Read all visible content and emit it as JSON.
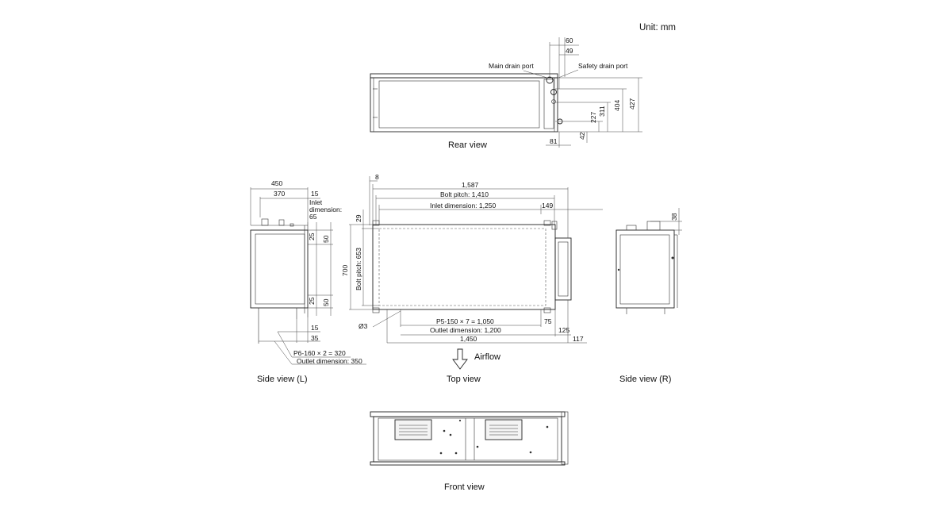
{
  "unit_label": "Unit: mm",
  "views": {
    "rear": "Rear view",
    "top": "Top view",
    "side_left": "Side view (L)",
    "side_right": "Side view (R)",
    "front": "Front view"
  },
  "airflow_label": "Airflow",
  "rear_view": {
    "main_drain_port": "Main drain port",
    "safety_drain_port": "Safety drain port",
    "dims": {
      "d60": "60",
      "d49": "49",
      "d427": "427",
      "d404": "404",
      "d311": "311",
      "d227": "227",
      "d42": "42",
      "d81": "81"
    }
  },
  "top_view": {
    "dims": {
      "d8": "8",
      "d1587": "1,587",
      "bolt_pitch_1410": "Bolt pitch: 1,410",
      "inlet_1250": "Inlet dimension: 1,250",
      "d149": "149",
      "d29": "29",
      "d700": "700",
      "bolt_pitch_653": "Bolt pitch: 653",
      "p5": "P5-150 × 7 = 1,050",
      "d75": "75",
      "outlet_1200": "Outlet dimension: 1,200",
      "d125": "125",
      "d1450": "1,450",
      "d117": "117",
      "phi3": "Ø3"
    }
  },
  "side_left_view": {
    "dims": {
      "d450": "450",
      "d370": "370",
      "d15_top": "15",
      "inlet_label_1": "Inlet",
      "inlet_label_2": "dimension:",
      "inlet_65": "65",
      "d25_top": "25",
      "d50_top": "50",
      "d25_bot": "25",
      "d50_bot": "50",
      "d15_bot": "15",
      "d35": "35",
      "p6": "P6-160 × 2 = 320",
      "outlet_350": "Outlet dimension: 350"
    }
  },
  "side_right_view": {
    "dims": {
      "d38": "38"
    }
  }
}
